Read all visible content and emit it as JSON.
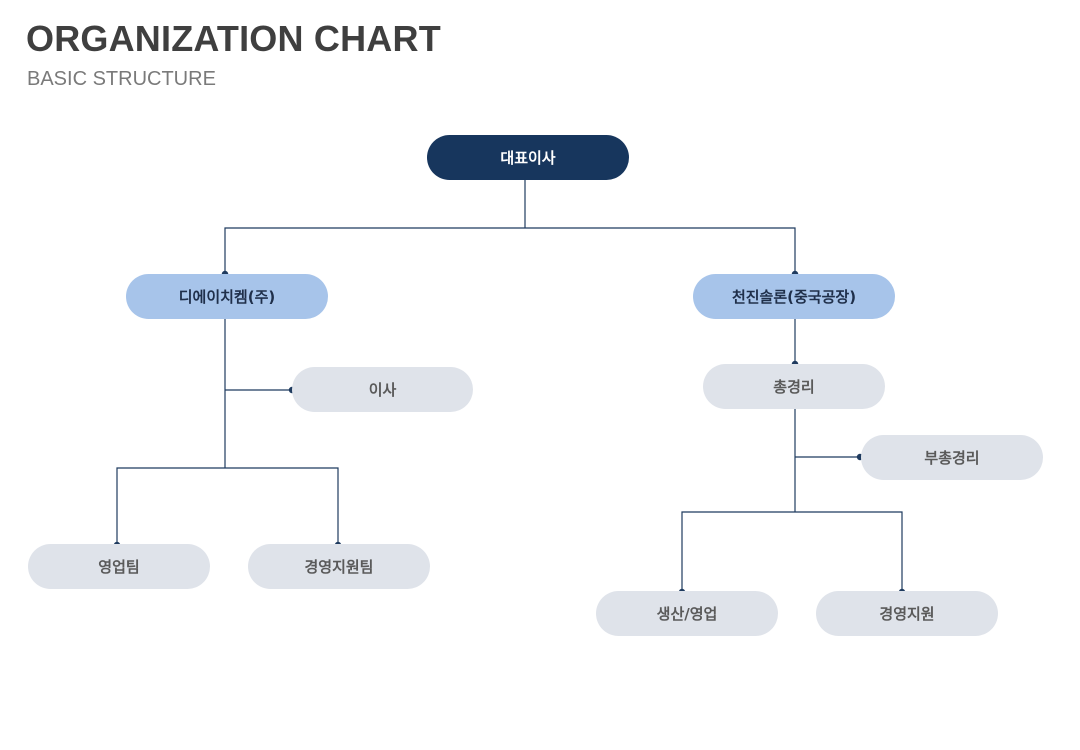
{
  "header": {
    "title": "ORGANIZATION CHART",
    "subtitle": "BASIC STRUCTURE"
  },
  "colors": {
    "top_node": "#17365d",
    "mid_node": "#a7c4ea",
    "leaf_node": "#dfe3ea",
    "connector": "#1f3b5f"
  },
  "org": {
    "ceo": "대표이사",
    "left_company": {
      "name": "디에이치켐(주)",
      "director": "이사",
      "teams": [
        "영업팀",
        "경영지원팀"
      ]
    },
    "right_company": {
      "name": "천진솔론(중국공장)",
      "general_manager": "총경리",
      "deputy_manager": "부총경리",
      "teams": [
        "생산/영업",
        "경영지원"
      ]
    }
  }
}
